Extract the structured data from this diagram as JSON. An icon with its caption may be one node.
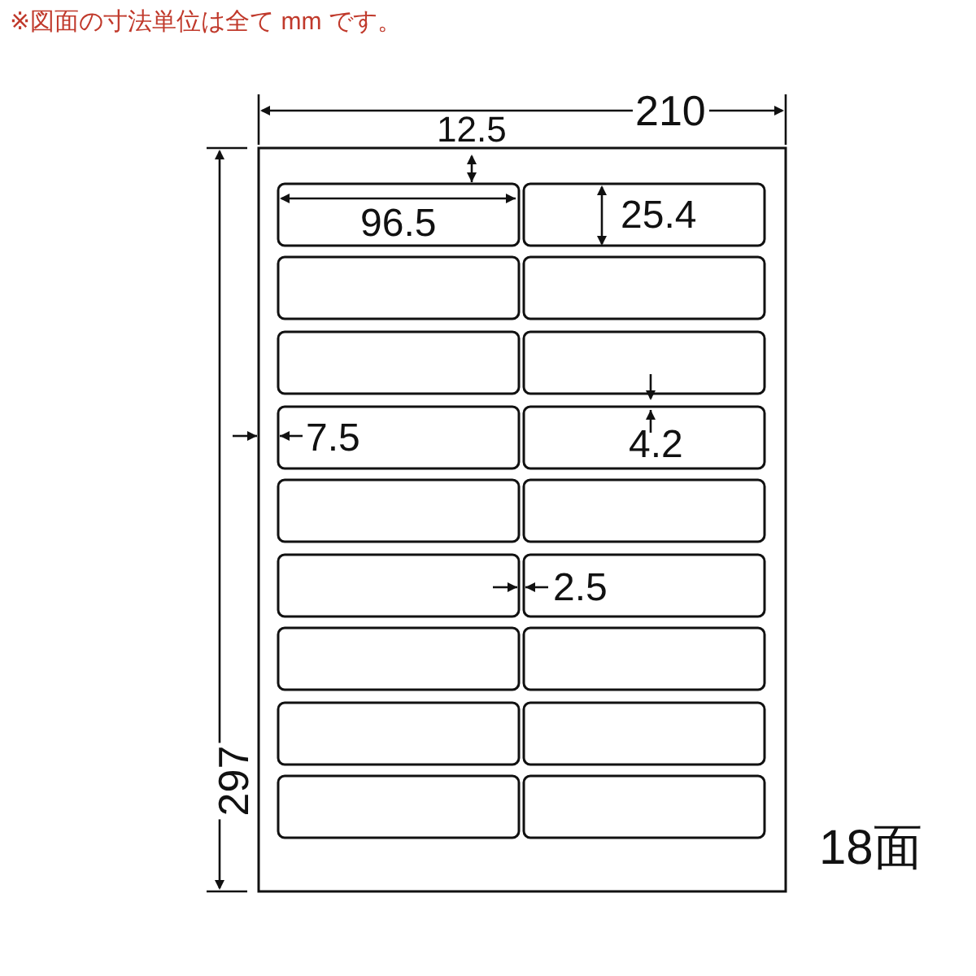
{
  "diagram": {
    "labels": [
      "※図面の寸法単位は全て mm です。",
      "210",
      "12.5",
      "96.5",
      "25.4",
      "7.5",
      "4.2",
      "2.5",
      "297",
      "18面"
    ]
  }
}
